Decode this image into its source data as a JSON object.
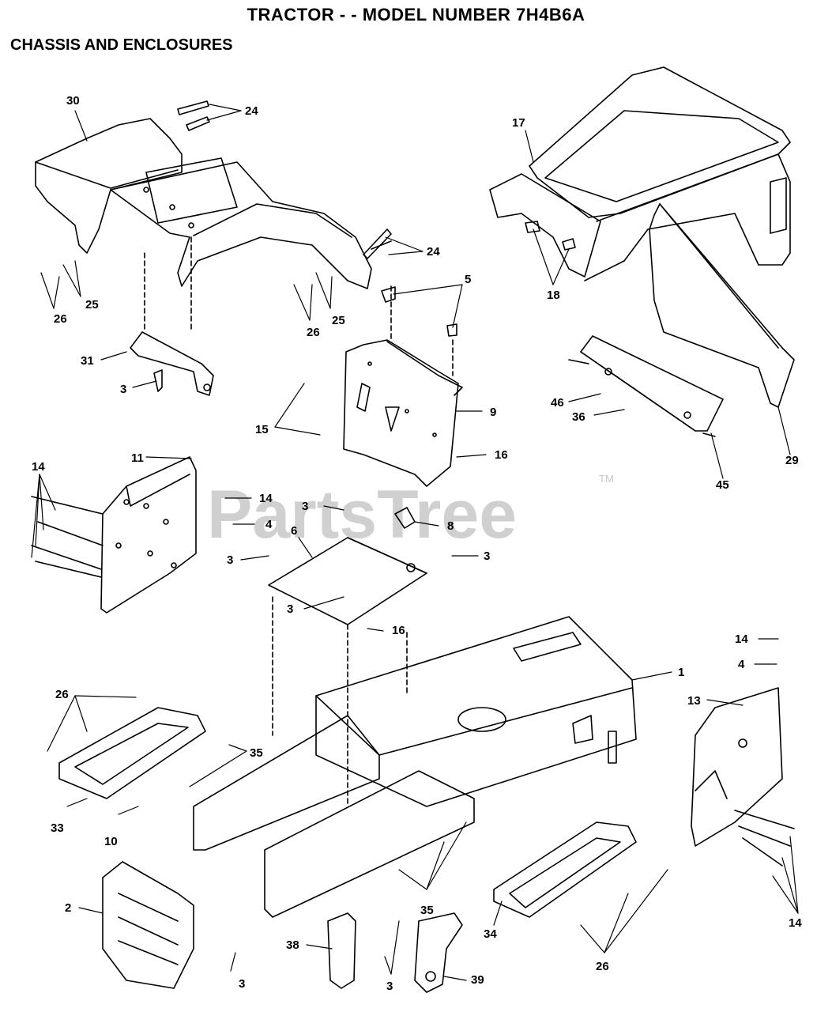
{
  "header": {
    "title": "TRACTOR - - MODEL NUMBER 7H4B6A",
    "subtitle": "CHASSIS AND ENCLOSURES"
  },
  "watermark": {
    "text": "PartsTree",
    "trademark": "TM"
  },
  "callouts": [
    {
      "label": "30"
    },
    {
      "label": "24"
    },
    {
      "label": "24"
    },
    {
      "label": "17"
    },
    {
      "label": "25"
    },
    {
      "label": "26"
    },
    {
      "label": "25"
    },
    {
      "label": "26"
    },
    {
      "label": "18"
    },
    {
      "label": "5"
    },
    {
      "label": "31"
    },
    {
      "label": "3"
    },
    {
      "label": "9"
    },
    {
      "label": "46"
    },
    {
      "label": "36"
    },
    {
      "label": "29"
    },
    {
      "label": "15"
    },
    {
      "label": "16"
    },
    {
      "label": "45"
    },
    {
      "label": "11"
    },
    {
      "label": "14"
    },
    {
      "label": "14"
    },
    {
      "label": "3"
    },
    {
      "label": "4"
    },
    {
      "label": "8"
    },
    {
      "label": "6"
    },
    {
      "label": "3"
    },
    {
      "label": "3"
    },
    {
      "label": "3"
    },
    {
      "label": "16"
    },
    {
      "label": "14"
    },
    {
      "label": "4"
    },
    {
      "label": "1"
    },
    {
      "label": "26"
    },
    {
      "label": "13"
    },
    {
      "label": "35"
    },
    {
      "label": "33"
    },
    {
      "label": "10"
    },
    {
      "label": "2"
    },
    {
      "label": "35"
    },
    {
      "label": "14"
    },
    {
      "label": "38"
    },
    {
      "label": "34"
    },
    {
      "label": "39"
    },
    {
      "label": "26"
    },
    {
      "label": "3"
    },
    {
      "label": "3"
    }
  ]
}
